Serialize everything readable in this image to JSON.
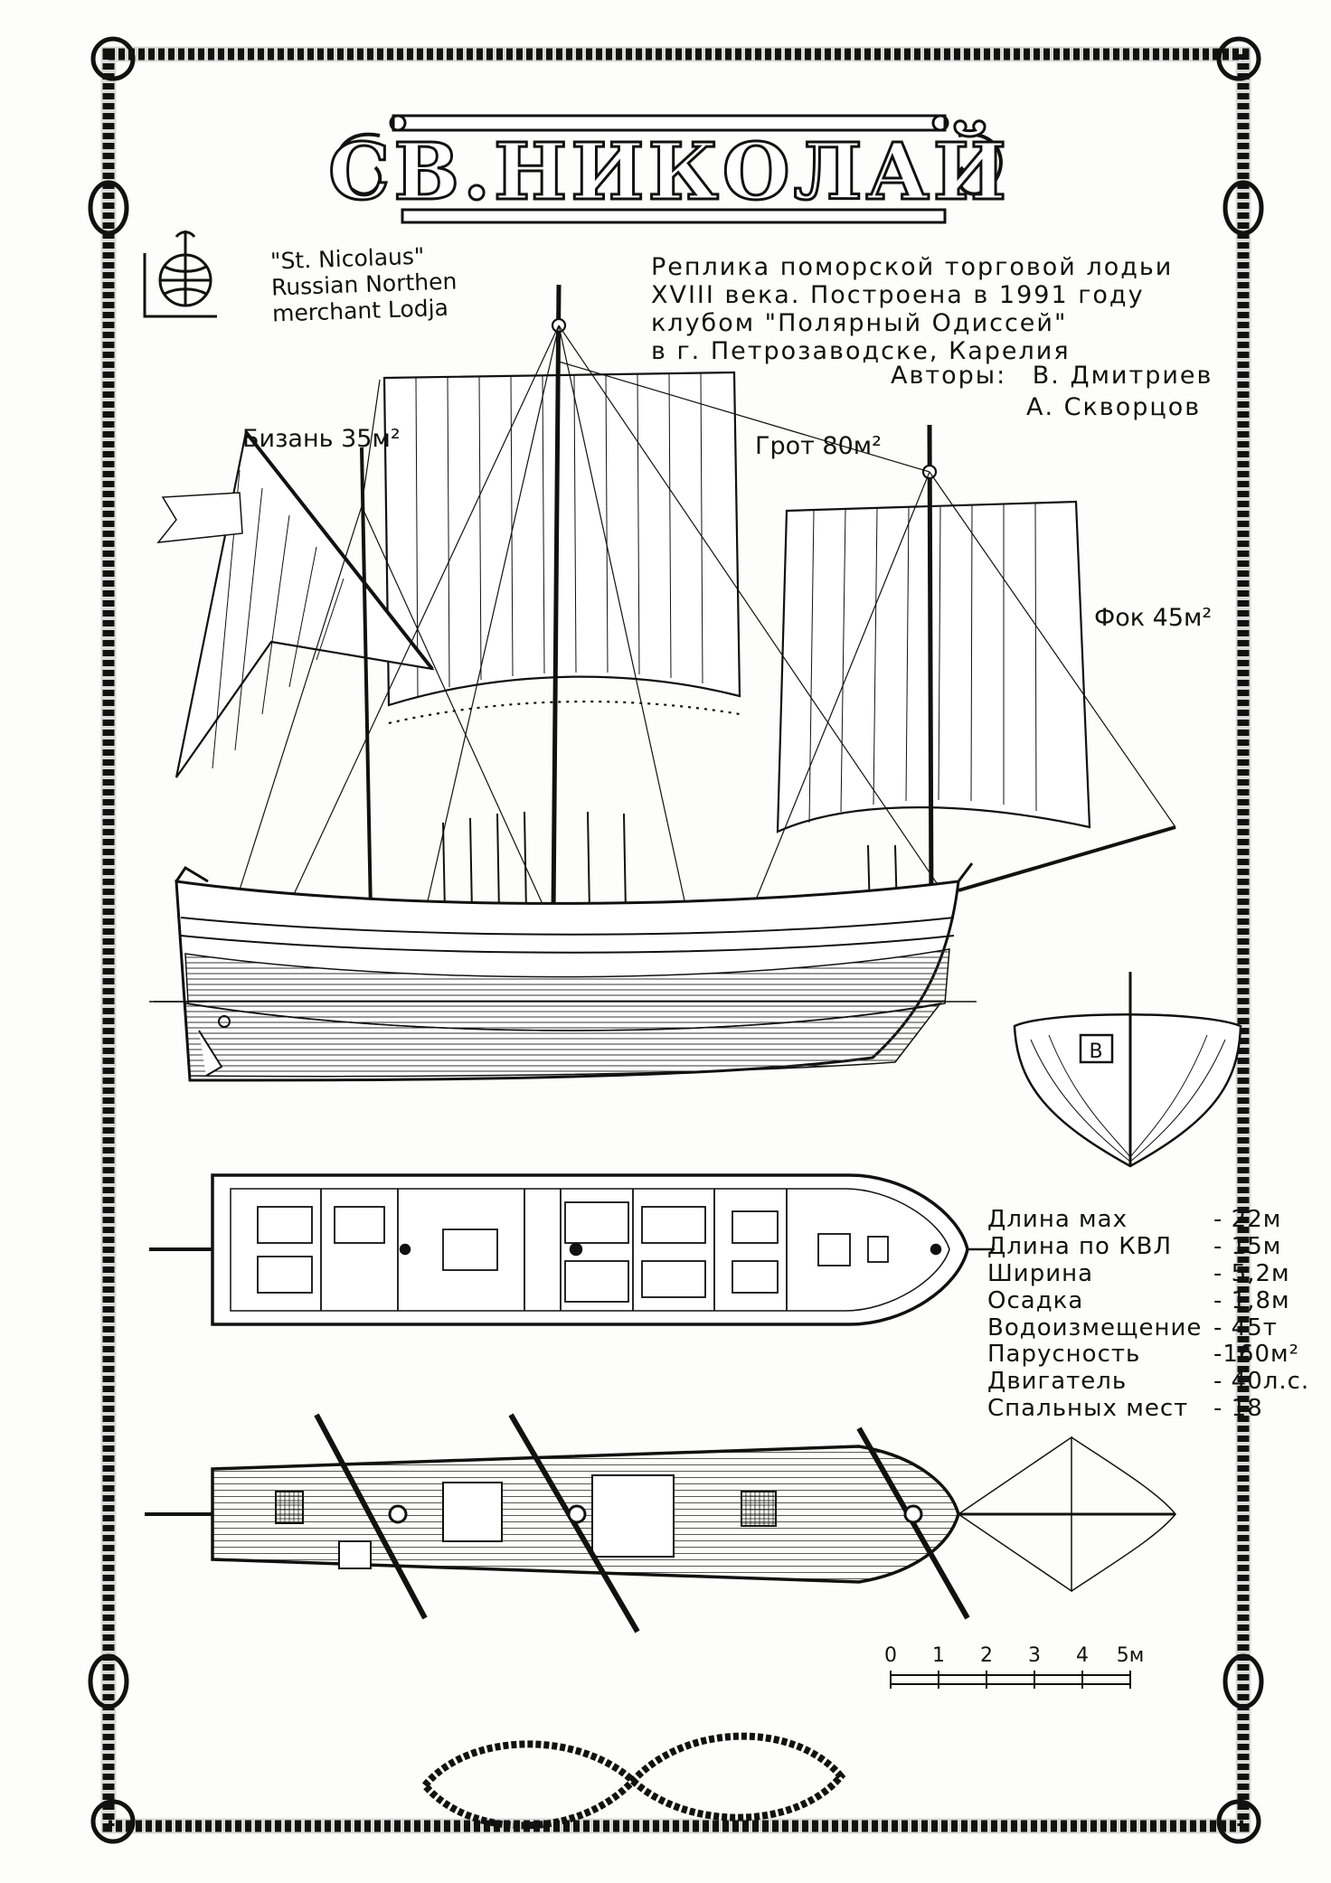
{
  "title": "СВ.НИКОЛАЙ",
  "english_caption": [
    "\"St. Nicolaus\"",
    "Russian Northen",
    "merchant Lodja"
  ],
  "russian_caption": [
    "Реплика поморской торговой лодьи",
    "XVIII века. Построена в 1991 году",
    "клубом \"Полярный Одиссей\"",
    "в г. Петрозаводске, Карелия"
  ],
  "authors": {
    "label": "Авторы:",
    "names": [
      "В. Дмитриев",
      "А. Скворцов"
    ]
  },
  "sails": {
    "mizzen": "Бизань 35м²",
    "main": "Грот 80м²",
    "fore": "Фок 45м²"
  },
  "specs": [
    {
      "label": "Длина мах",
      "value": "- 22м"
    },
    {
      "label": "Длина по КВЛ",
      "value": "- 15м"
    },
    {
      "label": "Ширина",
      "value": "- 5,2м"
    },
    {
      "label": "Осадка",
      "value": "- 1,8м"
    },
    {
      "label": "Водоизмещение",
      "value": "- 45т"
    },
    {
      "label": "Парусность",
      "value": "-160м²"
    },
    {
      "label": "Двигатель",
      "value": "- 40л.с."
    },
    {
      "label": "Спальных мест",
      "value": "- 18"
    }
  ],
  "scale": {
    "ticks": [
      "0",
      "1",
      "2",
      "3",
      "4",
      "5м"
    ]
  },
  "transom_letter": "В",
  "colors": {
    "ink": "#111111",
    "paper": "#fdfdfb"
  }
}
